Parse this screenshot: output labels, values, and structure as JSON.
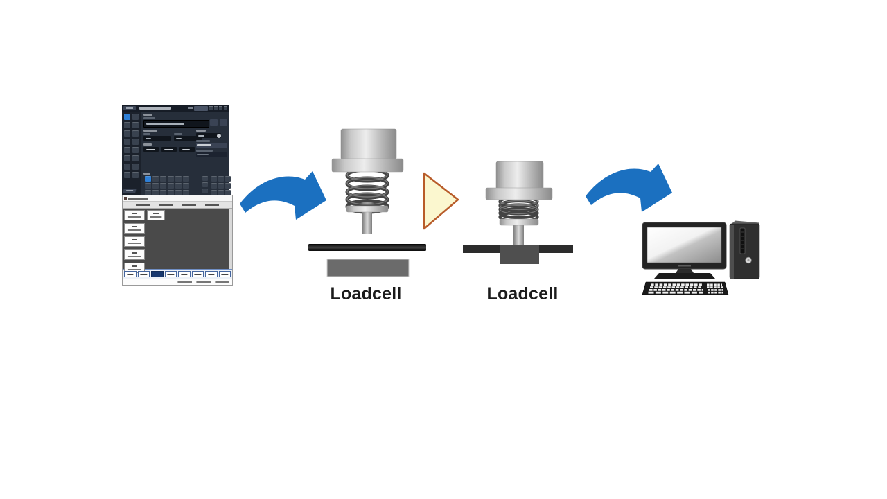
{
  "labels": {
    "loadcell_left": "Loadcell",
    "loadcell_right": "Loadcell"
  },
  "colors": {
    "background": "#FFFFFF",
    "arrow_blue": "#1B70C0",
    "triangle_fill": "#FBF7CF",
    "triangle_stroke": "#B85C2A",
    "label_text": "#1B1B1B",
    "spring_coil": "#434343",
    "spring_highlight": "#7A7A7A",
    "base_plate_dark": "#1E1E1E",
    "loadcell_block_gray": "#6B6B6B",
    "base_bar_dark": "#2C2C2C",
    "loadcell_block2": "#4F4F4F",
    "window1_bg": "#262E3A",
    "window1_titlebar": "#161C26",
    "window1_accent": "#2E7FD6",
    "window1_field": "#10151C",
    "window1_button": "#3A4354",
    "window2_content": "#4A4A4A",
    "window2_header": "#E3E3E3",
    "window2_selected_button": "#17376E"
  },
  "window1": {
    "sidebar_grid": {
      "rows": 8,
      "cols": 2,
      "w": 9,
      "h": 9,
      "gap": 3,
      "highlight": 0
    },
    "toolbar_grid_left": {
      "rows": 3,
      "cols": 6,
      "w": 9,
      "h": 8,
      "gap": 2,
      "highlight": 0
    },
    "toolbar_grid_mid": {
      "rows": 4,
      "cols": 1,
      "w": 8,
      "h": 7,
      "gap": 2,
      "highlight": -1
    },
    "toolbar_grid_right": {
      "rows": 3,
      "cols": 3,
      "w": 8,
      "h": 8,
      "gap": 2,
      "highlight": -1
    },
    "window_controls": 4
  },
  "window2": {
    "header_labels": 4,
    "left_buttons": 5,
    "toolbar_buttons": 8,
    "toolbar_highlight_index": 2,
    "status_segments": 3
  }
}
